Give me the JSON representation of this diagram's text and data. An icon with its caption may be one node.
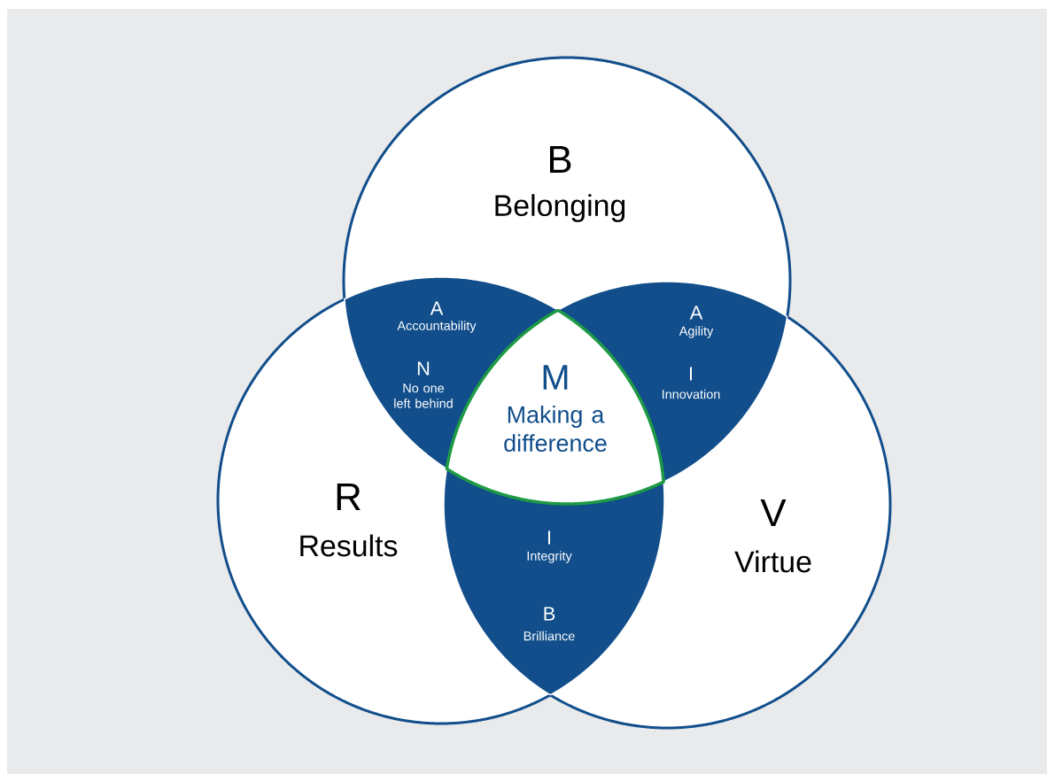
{
  "diagram": {
    "nodes": [
      {
        "text": [
          "B",
          "Belonging"
        ]
      },
      {
        "text": [
          "R",
          "Results"
        ]
      },
      {
        "text": [
          "V",
          "Virtue"
        ]
      },
      {
        "text": [
          "A",
          "Accountability",
          "N",
          "No one left behind"
        ]
      },
      {
        "text": [
          "A",
          "Agility",
          "I",
          "Innovation"
        ]
      },
      {
        "text": [
          "I",
          "Integrity",
          "B",
          "Brilliance"
        ]
      },
      {
        "text": [
          "M",
          "Making a difference"
        ]
      }
    ]
  }
}
